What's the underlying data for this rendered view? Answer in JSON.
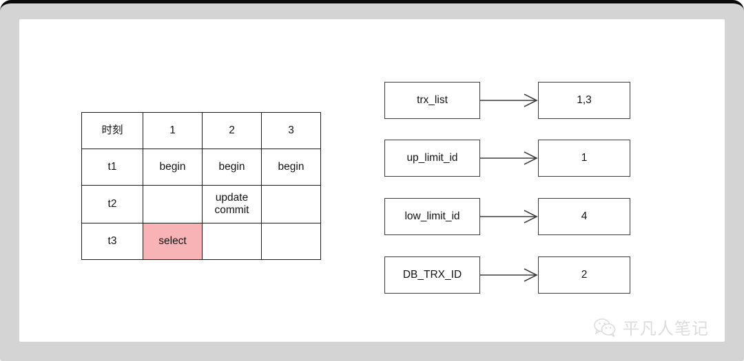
{
  "canvas": {
    "frame_color": "#d4d4d4",
    "page_color": "#ffffff",
    "top_bar_color": "#0a0a0a"
  },
  "table": {
    "name": "transaction-timeline-table",
    "highlight_color": "#f7b3b5",
    "headers": [
      "时刻",
      "1",
      "2",
      "3"
    ],
    "rows": [
      {
        "label": "t1",
        "cells": [
          {
            "text": "begin",
            "highlight": false
          },
          {
            "text": "begin",
            "highlight": false
          },
          {
            "text": "begin",
            "highlight": false
          }
        ]
      },
      {
        "label": "t2",
        "cells": [
          {
            "text": "",
            "highlight": false
          },
          {
            "text": "update\ncommit",
            "highlight": false
          },
          {
            "text": "",
            "highlight": false
          }
        ]
      },
      {
        "label": "t3",
        "cells": [
          {
            "text": "select",
            "highlight": true
          },
          {
            "text": "",
            "highlight": false
          },
          {
            "text": "",
            "highlight": false
          }
        ]
      }
    ]
  },
  "flow": {
    "name": "read-view-fields-diagram",
    "rows": [
      {
        "key": "trx_list",
        "value": "1,3"
      },
      {
        "key": "up_limit_id",
        "value": "1"
      },
      {
        "key": "low_limit_id",
        "value": "4"
      },
      {
        "key": "DB_TRX_ID",
        "value": "2"
      }
    ]
  },
  "watermark": {
    "icon": "wechat-icon",
    "text": "平凡人笔记"
  }
}
